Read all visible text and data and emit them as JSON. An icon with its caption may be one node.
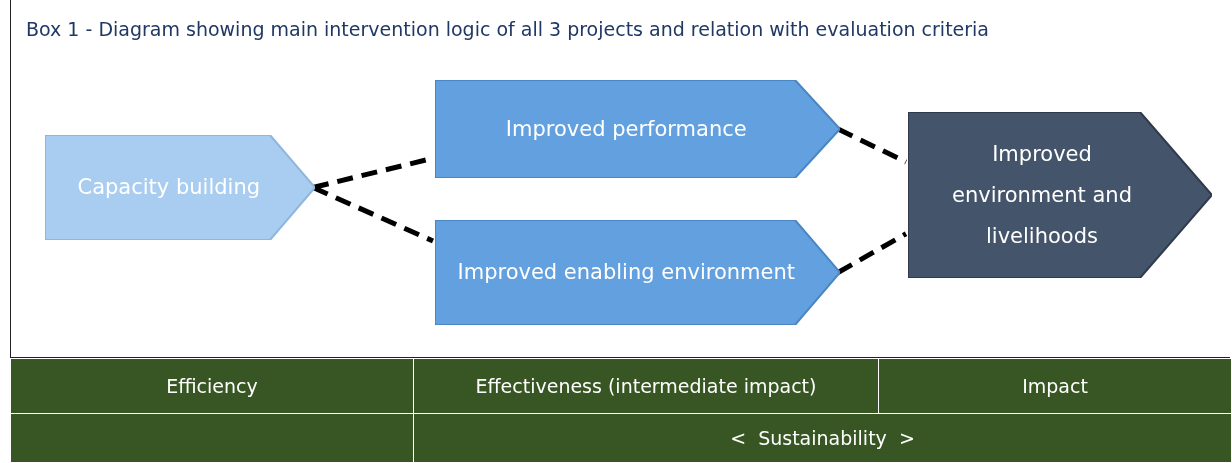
{
  "diagram": {
    "title": "Box 1 - Diagram showing main intervention logic of all 3 projects and relation with evaluation criteria",
    "nodes": [
      {
        "text": [
          "Capacity building"
        ]
      },
      {
        "text": [
          "Improved performance"
        ]
      },
      {
        "text": [
          "Improved enabling environment"
        ]
      },
      {
        "text": [
          "Improved environment and livelihoods"
        ]
      }
    ],
    "edges": [
      {
        "from": 0,
        "to": 1,
        "arrow": "none",
        "style": "dashed"
      },
      {
        "from": 0,
        "to": 2,
        "arrow": "none",
        "style": "dashed"
      },
      {
        "from": 1,
        "to": 3,
        "arrow": "none",
        "style": "dashed"
      },
      {
        "from": 2,
        "to": 3,
        "arrow": "none",
        "style": "dashed"
      }
    ],
    "labels": [
      "Efficiency",
      "Effectiveness (intermediate impact)",
      "Impact",
      "<  Sustainability  >"
    ]
  }
}
